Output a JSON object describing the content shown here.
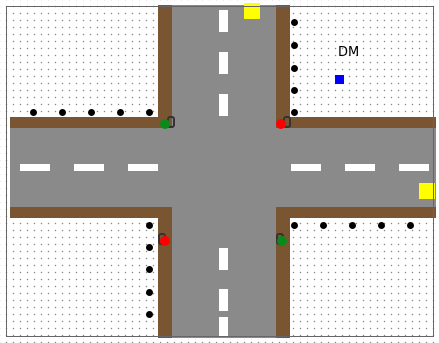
{
  "scene": {
    "grid": "dotted",
    "intersection": "four-way",
    "dm_label": "DM"
  },
  "colors": {
    "road": "#8a8a8a",
    "curb": "#7a5532",
    "lane_marking": "#ffffff",
    "waypoint": "#000000",
    "red_light": "#ff0000",
    "green_light": "#0a8a1a",
    "goal": "#ffff00",
    "agent": "#0000ff"
  },
  "traffic_lights": [
    {
      "corner": "north-west",
      "state": "green"
    },
    {
      "corner": "north-east",
      "state": "red"
    },
    {
      "corner": "south-west",
      "state": "red"
    },
    {
      "corner": "south-east",
      "state": "green"
    }
  ],
  "markers": {
    "goals": [
      "top",
      "right"
    ],
    "agent": "blue-square",
    "waypoint_count": 20
  }
}
